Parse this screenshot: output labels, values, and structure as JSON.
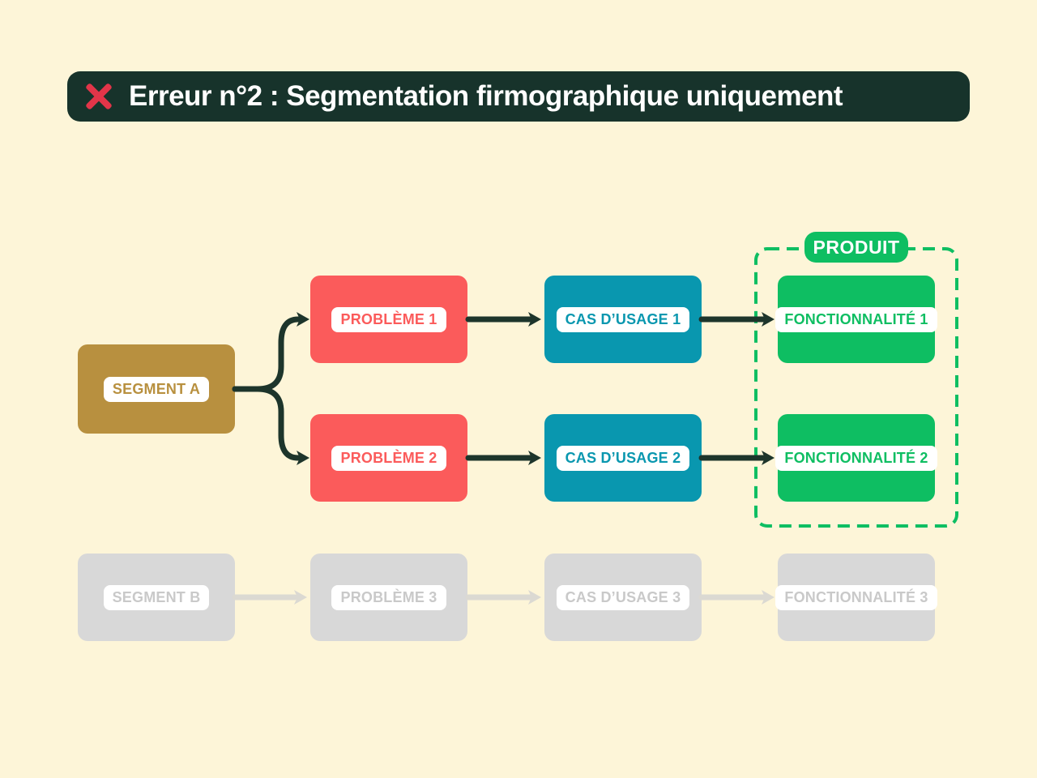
{
  "colors": {
    "page_bg": "#FDF5D8",
    "banner_bg": "#17332B",
    "banner_text": "#FFFFFF",
    "cross": "#E23549",
    "gold": "#B8903F",
    "red": "#FB5B5B",
    "teal": "#0997AF",
    "green": "#0EBE62",
    "gray_box": "#D8D8D8",
    "gray_text": "#C9C9C9",
    "pill_bg": "#FFFFFF",
    "arrow_dark": "#1D352B",
    "arrow_gray": "#DBD9D2"
  },
  "banner": {
    "icon": "cross-mark",
    "title": "Erreur n°2 : Segmentation firmographique uniquement"
  },
  "product_group": {
    "label": "PRODUIT",
    "border_style": "dashed",
    "border_color": "#0EBE62"
  },
  "nodes": {
    "segment_a": {
      "label": "SEGMENT A",
      "color": "gold",
      "state": "active"
    },
    "probleme_1": {
      "label": "PROBLÈME 1",
      "color": "red",
      "state": "active"
    },
    "probleme_2": {
      "label": "PROBLÈME 2",
      "color": "red",
      "state": "active"
    },
    "cas_usage_1": {
      "label": "CAS D’USAGE 1",
      "color": "teal",
      "state": "active"
    },
    "cas_usage_2": {
      "label": "CAS D’USAGE 2",
      "color": "teal",
      "state": "active"
    },
    "fonctionnalite_1": {
      "label": "FONCTIONNALITÉ 1",
      "color": "green",
      "state": "active"
    },
    "fonctionnalite_2": {
      "label": "FONCTIONNALITÉ 2",
      "color": "green",
      "state": "active"
    },
    "segment_b": {
      "label": "SEGMENT B",
      "color": "gray",
      "state": "inactive"
    },
    "probleme_3": {
      "label": "PROBLÈME 3",
      "color": "gray",
      "state": "inactive"
    },
    "cas_usage_3": {
      "label": "CAS D’USAGE 3",
      "color": "gray",
      "state": "inactive"
    },
    "fonctionnalite_3": {
      "label": "FONCTIONNALITÉ 3",
      "color": "gray",
      "state": "inactive"
    }
  },
  "edges": [
    {
      "from": "segment_a",
      "to": "probleme_1",
      "style": "dark"
    },
    {
      "from": "segment_a",
      "to": "probleme_2",
      "style": "dark"
    },
    {
      "from": "probleme_1",
      "to": "cas_usage_1",
      "style": "dark"
    },
    {
      "from": "probleme_2",
      "to": "cas_usage_2",
      "style": "dark"
    },
    {
      "from": "cas_usage_1",
      "to": "fonctionnalite_1",
      "style": "dark"
    },
    {
      "from": "cas_usage_2",
      "to": "fonctionnalite_2",
      "style": "dark"
    },
    {
      "from": "segment_b",
      "to": "probleme_3",
      "style": "gray"
    },
    {
      "from": "probleme_3",
      "to": "cas_usage_3",
      "style": "gray"
    },
    {
      "from": "cas_usage_3",
      "to": "fonctionnalite_3",
      "style": "gray"
    }
  ]
}
